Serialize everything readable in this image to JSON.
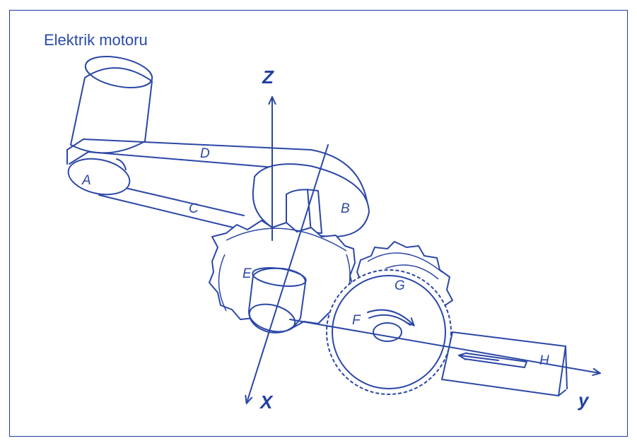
{
  "title": "Elektrik motoru",
  "labels": {
    "a": "A",
    "b": "B",
    "c": "C",
    "d": "D",
    "e": "E",
    "f": "F",
    "g": "G",
    "h": "H"
  },
  "axes": {
    "z": "Z",
    "x": "X",
    "y": "y"
  },
  "colors": {
    "line": "#2b47a6",
    "frame": "#1f3c9a",
    "text": "#2a4aa8"
  }
}
